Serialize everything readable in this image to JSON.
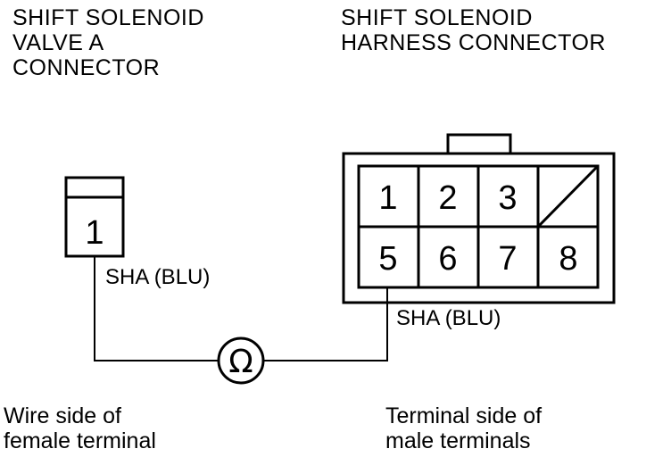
{
  "titles": {
    "left": "SHIFT SOLENOID\nVALVE A\nCONNECTOR",
    "right": "SHIFT SOLENOID\nHARNESS CONNECTOR"
  },
  "left_connector": {
    "pin": "1",
    "wire_label": "SHA (BLU)"
  },
  "right_connector": {
    "pins_row1": [
      "1",
      "2",
      "3",
      ""
    ],
    "pins_row2": [
      "5",
      "6",
      "7",
      "8"
    ],
    "wire_label": "SHA (BLU)"
  },
  "meter_symbol": "Ω",
  "footers": {
    "left": "Wire side of\nfemale terminal",
    "right": "Terminal side of\nmale terminals"
  }
}
